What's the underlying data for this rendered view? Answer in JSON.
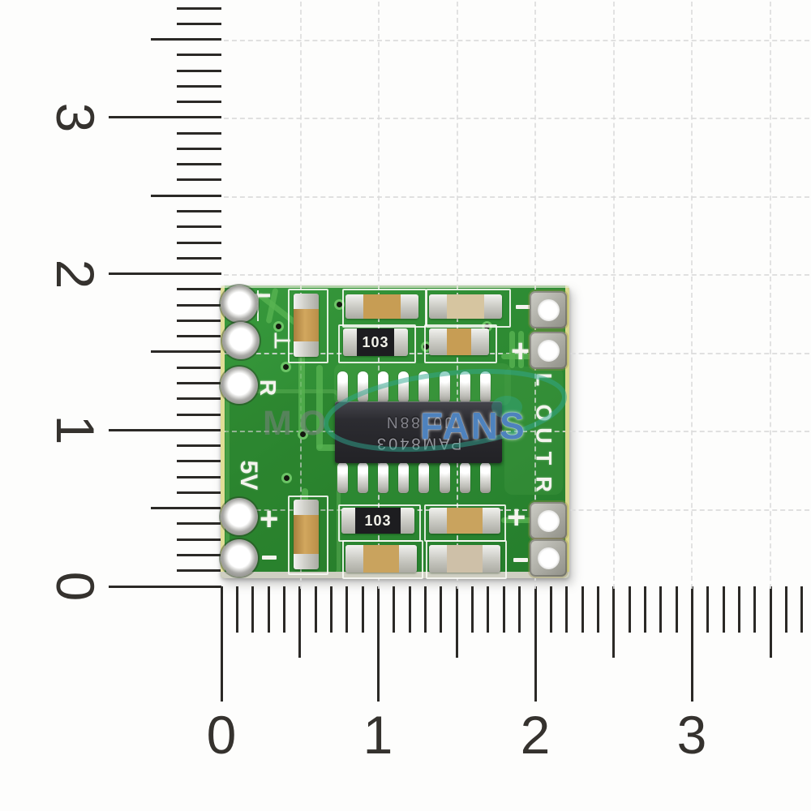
{
  "rulers": {
    "vertical": {
      "labels": [
        "3",
        "2",
        "1",
        "0"
      ]
    },
    "horizontal": {
      "labels": [
        "0",
        "1",
        "2",
        "3"
      ]
    }
  },
  "board": {
    "chip": {
      "line1": "PAM8403",
      "line2": "J0188N"
    },
    "resistor_code": "103",
    "left_labels": [
      "L",
      "⊥",
      "R",
      "5V",
      "+",
      "−"
    ],
    "right": {
      "top_minus": "−",
      "top_plus": "+",
      "out_letters": [
        "L",
        "O",
        "U",
        "T",
        "R"
      ],
      "bottom_plus": "+",
      "bottom_minus": "−"
    }
  },
  "watermark": {
    "gray": "MODULE",
    "blue": "FANS"
  },
  "colors": {
    "pcb_green": "#2e8c33",
    "silkscreen": "#f4f4ee",
    "watermark_blue": "#4e82bd",
    "swoosh_teal": "#2fa890",
    "tick_black": "#2b2926"
  }
}
